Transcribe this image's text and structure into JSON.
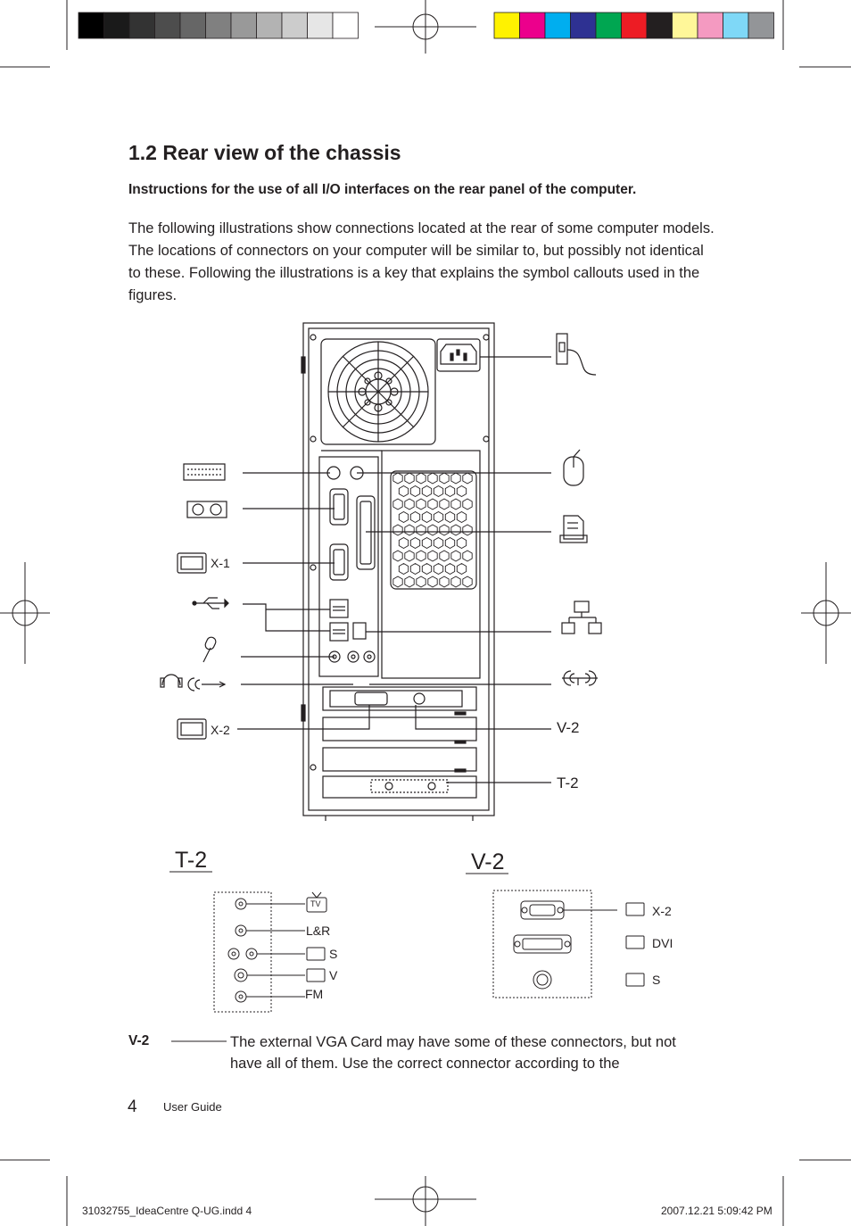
{
  "calibration": {
    "gray_swatches": [
      "#000000",
      "#1a1a1a",
      "#333333",
      "#4d4d4d",
      "#666666",
      "#808080",
      "#999999",
      "#b3b3b3",
      "#cccccc",
      "#e6e6e6",
      "#ffffff"
    ],
    "color_swatches": [
      "#fff200",
      "#ec008c",
      "#00aeef",
      "#2e3192",
      "#00a651",
      "#ed1c24",
      "#231f20",
      "#fff799",
      "#f49ac1",
      "#7fd8f7",
      "#939598"
    ]
  },
  "section": {
    "heading": "1.2 Rear view of the chassis",
    "subheading": "Instructions for the use of all I/O interfaces on the rear panel of the computer.",
    "intro": "The following illustrations show connections located at the rear of some computer models. The locations of connectors on your computer will be similar to, but possibly not identical to these. Following the illustrations is a key that explains the symbol callouts used in the figures."
  },
  "figure": {
    "callouts": {
      "x1": "X-1",
      "x2": "X-2",
      "v2": "V-2",
      "t2": "T-2"
    },
    "t2_panel": {
      "title": "T-2",
      "tv_icon": "TV",
      "labels": {
        "lr": "L&R",
        "s": "S",
        "v": "V",
        "fm": "FM"
      }
    },
    "v2_panel": {
      "title": "V-2",
      "labels": {
        "x2": "X-2",
        "dvi": "DVI",
        "s": "S"
      }
    }
  },
  "key": {
    "term": "V-2",
    "text": "The external VGA Card may have some of these connectors, but not have all of them. Use the correct connector according to the"
  },
  "footer": {
    "page_number": "4",
    "label": "User Guide",
    "slug_left": "31032755_IdeaCentre Q-UG.indd   4",
    "slug_right": "2007.12.21   5:09:42 PM"
  }
}
